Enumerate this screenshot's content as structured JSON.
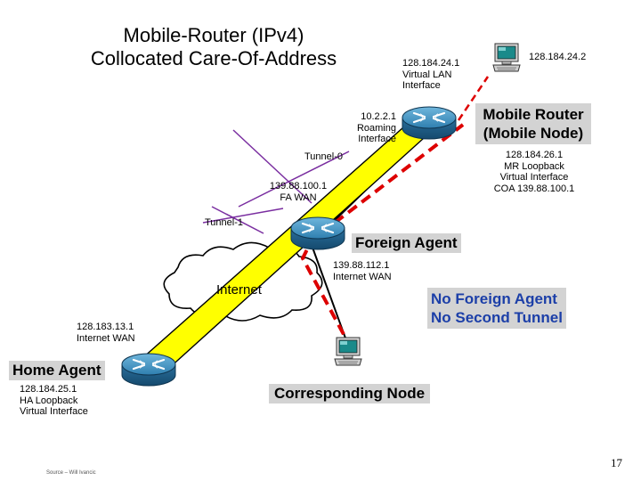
{
  "title": {
    "line1": "Mobile-Router  (IPv4)",
    "line2": "Collocated Care-Of-Address"
  },
  "labels": {
    "lan_ip": "128.184.24.1",
    "lan_virtual": "Virtual LAN",
    "lan_interface": "Interface",
    "host_ip": "128.184.24.2",
    "roaming_ip": "10.2.2.1",
    "roaming": "Roaming",
    "roaming_interface": "Interface",
    "mobile_router_1": "Mobile Router",
    "mobile_router_2": "(Mobile Node)",
    "tunnel0": "Tunnel-0",
    "mr_loopback_ip": "128.184.26.1",
    "mr_loopback": "MR Loopback",
    "mr_virtual": "Virtual Interface",
    "coa": "COA 139.88.100.1",
    "fa_wan_ip": "139.88.100.1",
    "fa_wan": "FA WAN",
    "tunnel1": "Tunnel-1",
    "foreign_agent": "Foreign Agent",
    "internet_wan_ip": "139.88.112.1",
    "internet_wan": "Internet WAN",
    "internet": "Internet",
    "no_fa_1": "No Foreign Agent",
    "no_fa_2": "No Second Tunnel",
    "ha_wan_ip": "128.183.13.1",
    "ha_wan": "Internet WAN",
    "home_agent": "Home Agent",
    "ha_loopback_ip": "128.184.25.1",
    "ha_loopback": "HA Loopback",
    "ha_virtual": "Virtual Interface",
    "corresponding_node": "Corresponding Node"
  },
  "footer": {
    "page_number": "17",
    "source": "Source – Will Ivancic"
  },
  "icons": {
    "router": "router-icon",
    "computer": "computer-icon",
    "cloud": "cloud-icon"
  },
  "colors": {
    "tunnel_fill": "#ffff00",
    "data_path": "#dd0000",
    "link": "#000000",
    "label_box": "#d3d3d3",
    "router_body": "#3a7ca5"
  }
}
